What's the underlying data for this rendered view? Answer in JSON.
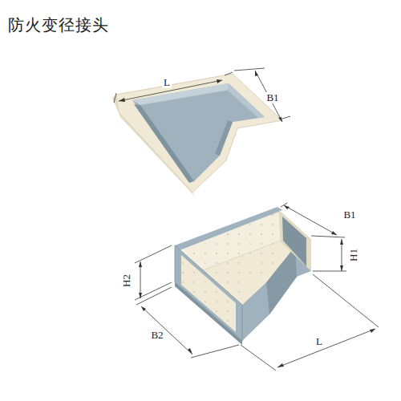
{
  "diagram": {
    "title": "防火变径接头",
    "labels": [
      "L",
      "B1",
      "B1",
      "H1",
      "H2",
      "B2",
      "L"
    ]
  }
}
